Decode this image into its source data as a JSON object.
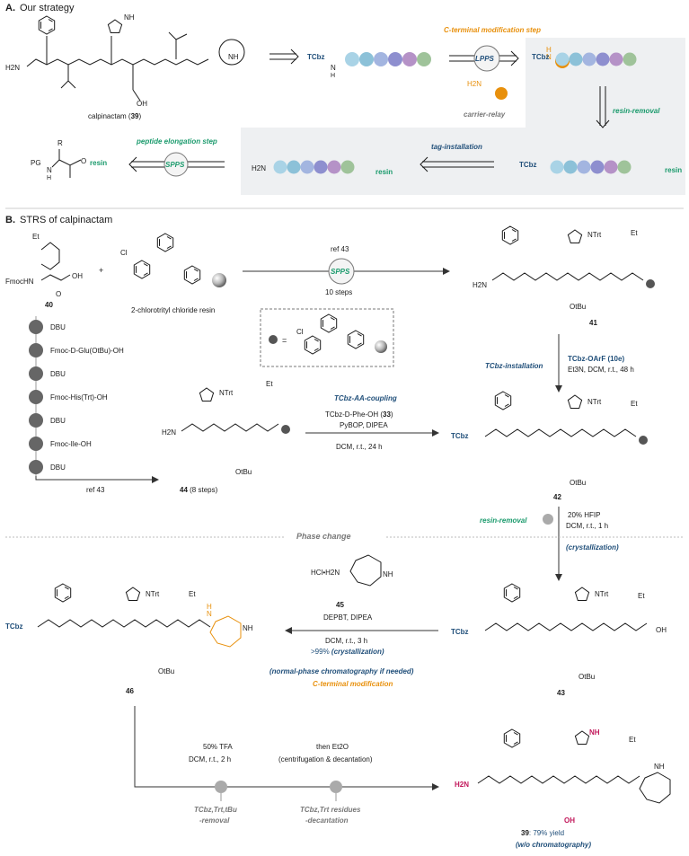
{
  "sectionA": {
    "label": "A.",
    "title": "Our strategy",
    "calpinactam_label": "calpinactam (",
    "calpinactam_num": "39",
    "calpinactam_close": ")",
    "c_terminal_step": "C-terminal modification step",
    "lpps": "LPPS",
    "carrier_relay": "carrier-relay",
    "resin_removal": "resin-removal",
    "tag_installation": "tag-installation",
    "peptide_elongation": "peptide elongation step",
    "spps": "SPPS",
    "tcbz": "TCbz",
    "pg": "PG",
    "resin": "resin",
    "r": "R"
  },
  "sectionB": {
    "label": "B.",
    "title": "STRS of calpinactam",
    "cmpd40": "40",
    "fmochn": "FmocHN",
    "resin_name": "2-chlorotrityl chloride resin",
    "ref43_top": "ref 43",
    "spps": "SPPS",
    "ten_steps": "10 steps",
    "cmpd41": "41",
    "steps_list": [
      "DBU",
      "Fmoc-D-Glu(OtBu)-OH",
      "DBU",
      "Fmoc-His(Trt)-OH",
      "DBU",
      "Fmoc-Ile-OH",
      "DBU"
    ],
    "ref43_bottom": "ref 43",
    "cmpd44": "44",
    "cmpd44_steps": " (8 steps)",
    "tcbz_aa_coupling": "TCbz-AA-coupling",
    "reagent_33": "TCbz-D-Phe-OH (",
    "reagent_33_num": "33",
    "reagent_33_close": ")",
    "pybop": "PyBOP, DIPEA",
    "dcm_24h": "DCM, r.t., 24 h",
    "tcbz_installation": "TCbz-installation",
    "tcbz_oarf": "TCbz-OArF (10e)",
    "et3n": "Et3N, DCM, r.t., 48 h",
    "cmpd42": "42",
    "resin_removal": "resin-removal",
    "hfip": "20% HFIP",
    "dcm_1h": "DCM, r.t., 1 h",
    "crystallization": "(crystallization)",
    "phase_change": "Phase change",
    "cmpd43": "43",
    "cmpd45": "45",
    "hcl_salt": "HCl•H2N",
    "depbt": "DEPBT, DIPEA",
    "dcm_3h": "DCM, r.t., 3 h",
    "yield99": ">99% ",
    "yield99_cryst": "(crystallization)",
    "normal_phase": "(normal-phase chromatography if needed)",
    "c_terminal_mod": "C-terminal modification",
    "cmpd46": "46",
    "tfa": "50% TFA",
    "dcm_2h": "DCM, r.t., 2 h",
    "then_et2o": "then Et2O",
    "centrifugation": "(centrifugation & decantation)",
    "removal1a": "TCbz,Trt,tBu",
    "removal1b": "-removal",
    "removal2a": "TCbz,Trt residues",
    "removal2b": "-decantation",
    "final_num": "39",
    "final_yield": ": 79% yield",
    "no_chromatography": "(w/o chromatography)",
    "nh": "NH",
    "ntrt": "NTrt",
    "h2n": "H2N",
    "oh": "OH",
    "otbu": "OtBu",
    "cl": "Cl",
    "eq": "="
  },
  "colors": {
    "blue": "#1f4e79",
    "green": "#1a9a6c",
    "orange": "#e8900c",
    "magenta": "#c2185b",
    "panel_gray": "#eef0f2",
    "resin_dot": "#666666",
    "bead_colors": [
      "#a9d3e6",
      "#8cc1d8",
      "#a3b5e0",
      "#8e8fcf",
      "#b592c7",
      "#9fc39a"
    ]
  }
}
